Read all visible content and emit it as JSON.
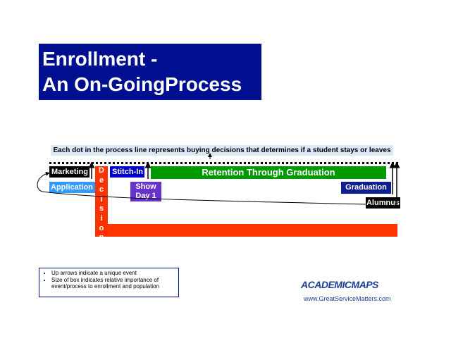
{
  "title": {
    "line1": "Enrollment -",
    "line2": "An On-GoingProcess"
  },
  "note": "Each dot in the process line represents buying decisions that determines if a student stays or leaves",
  "stages": {
    "marketing": "Marketing",
    "application": "Application",
    "decision": "Decision",
    "stitchin": "Stitch-In",
    "showday_line1": "Show",
    "showday_line2": "Day 1",
    "retention": "Retention Through Graduation",
    "graduation": "Graduation",
    "alumnus": "Alumnus"
  },
  "legend": {
    "items": [
      "Up arrows indicate a unique event",
      "Size of box indicates relative importance of event/process to enrollment and population"
    ]
  },
  "logo": {
    "name": "ACADEMICMAPS",
    "url": "www.GreatServiceMatters.com"
  },
  "colors": {
    "title_bg": "#000f8f",
    "decision_red": "#ff3300",
    "retention_green": "#009900",
    "application_blue": "#3399ff",
    "stitchin_blue": "#0000cc",
    "showday_purple": "#6633cc"
  }
}
